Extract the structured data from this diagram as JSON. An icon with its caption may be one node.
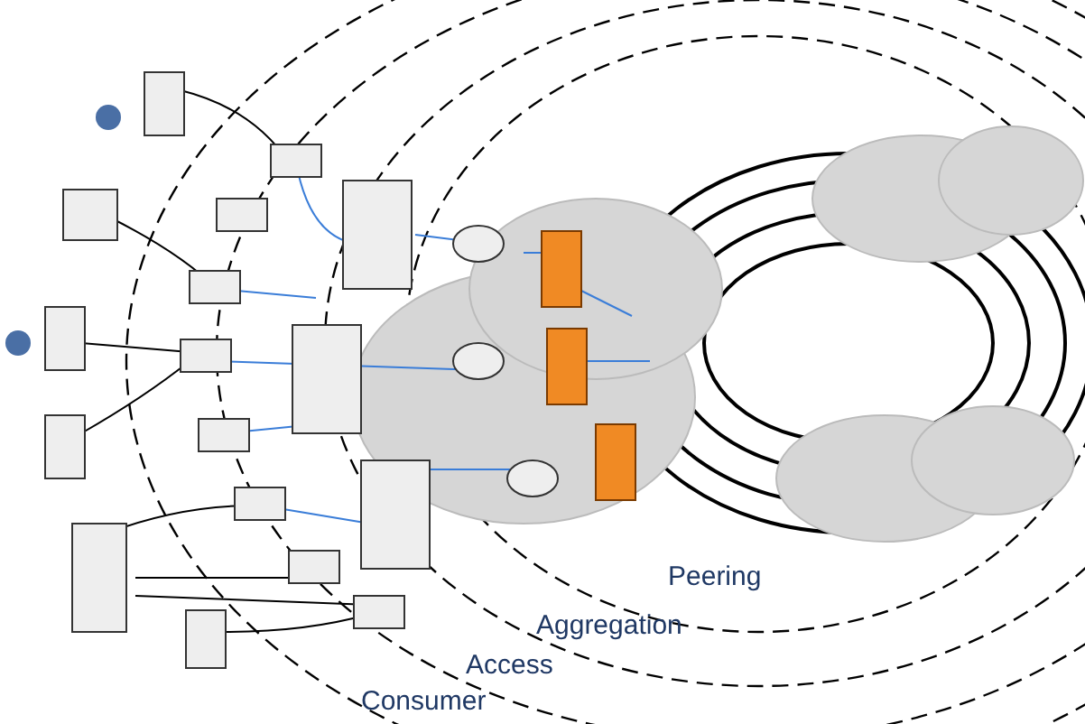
{
  "diagram": {
    "labels": [
      "Peering",
      "Aggregation",
      "Access",
      "Consumer"
    ]
  }
}
